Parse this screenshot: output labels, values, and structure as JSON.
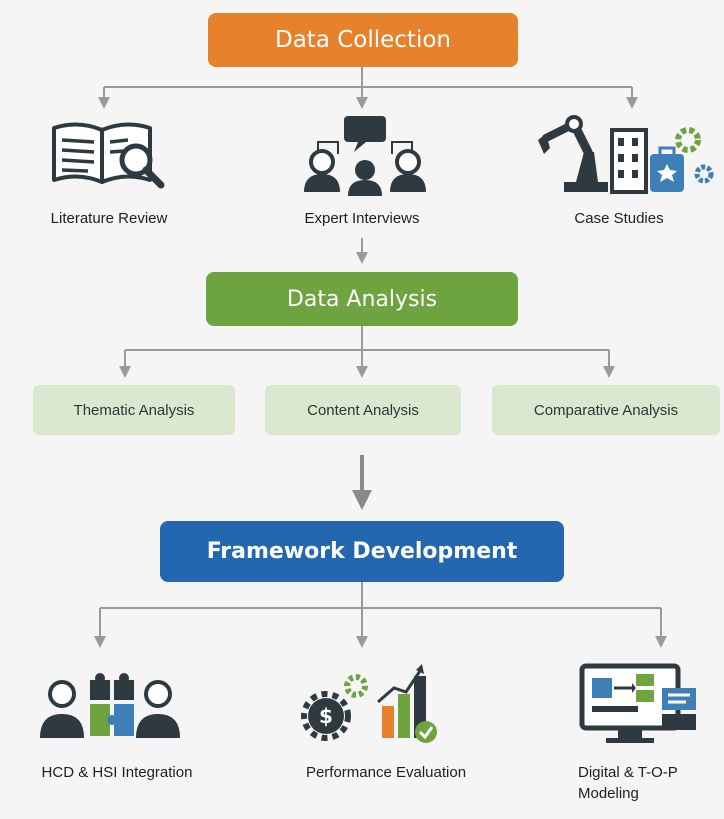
{
  "stages": {
    "collection": {
      "title": "Data Collection",
      "items": [
        {
          "label": "Literature Review",
          "icon": "book-magnifier-icon"
        },
        {
          "label": "Expert Interviews",
          "icon": "people-chat-icon"
        },
        {
          "label": "Case Studies",
          "icon": "robot-arm-factory-icon"
        }
      ]
    },
    "analysis": {
      "title": "Data Analysis",
      "items": [
        {
          "label": "Thematic Analysis"
        },
        {
          "label": "Content Analysis"
        },
        {
          "label": "Comparative Analysis"
        }
      ]
    },
    "framework": {
      "title": "Framework Development",
      "items": [
        {
          "label": "HCD & HSI Integration",
          "icon": "team-puzzle-icon"
        },
        {
          "label": "Performance Evaluation",
          "icon": "gear-bar-chart-icon"
        },
        {
          "label": "Digital & T-O-P Modeling",
          "icon": "monitor-workflow-icon"
        }
      ]
    }
  },
  "colors": {
    "collection": "#e8812c",
    "analysis": "#6ea43f",
    "analysis_sub": "#d9e8cf",
    "framework": "#2467b1",
    "connector": "#9a9a9a",
    "icon_dark": "#2f3a40"
  }
}
